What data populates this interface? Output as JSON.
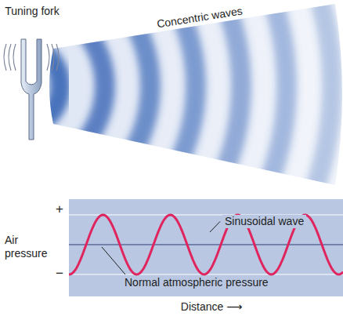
{
  "diagram": {
    "nodes": [
      {
        "text": [
          "Sinusoidal wave",
          "Normal atmospheric pressure"
        ]
      }
    ],
    "labels": [
      "Tuning fork",
      "Concentric waves",
      "Air pressure",
      "+",
      "−",
      "Distance ⟶"
    ]
  }
}
